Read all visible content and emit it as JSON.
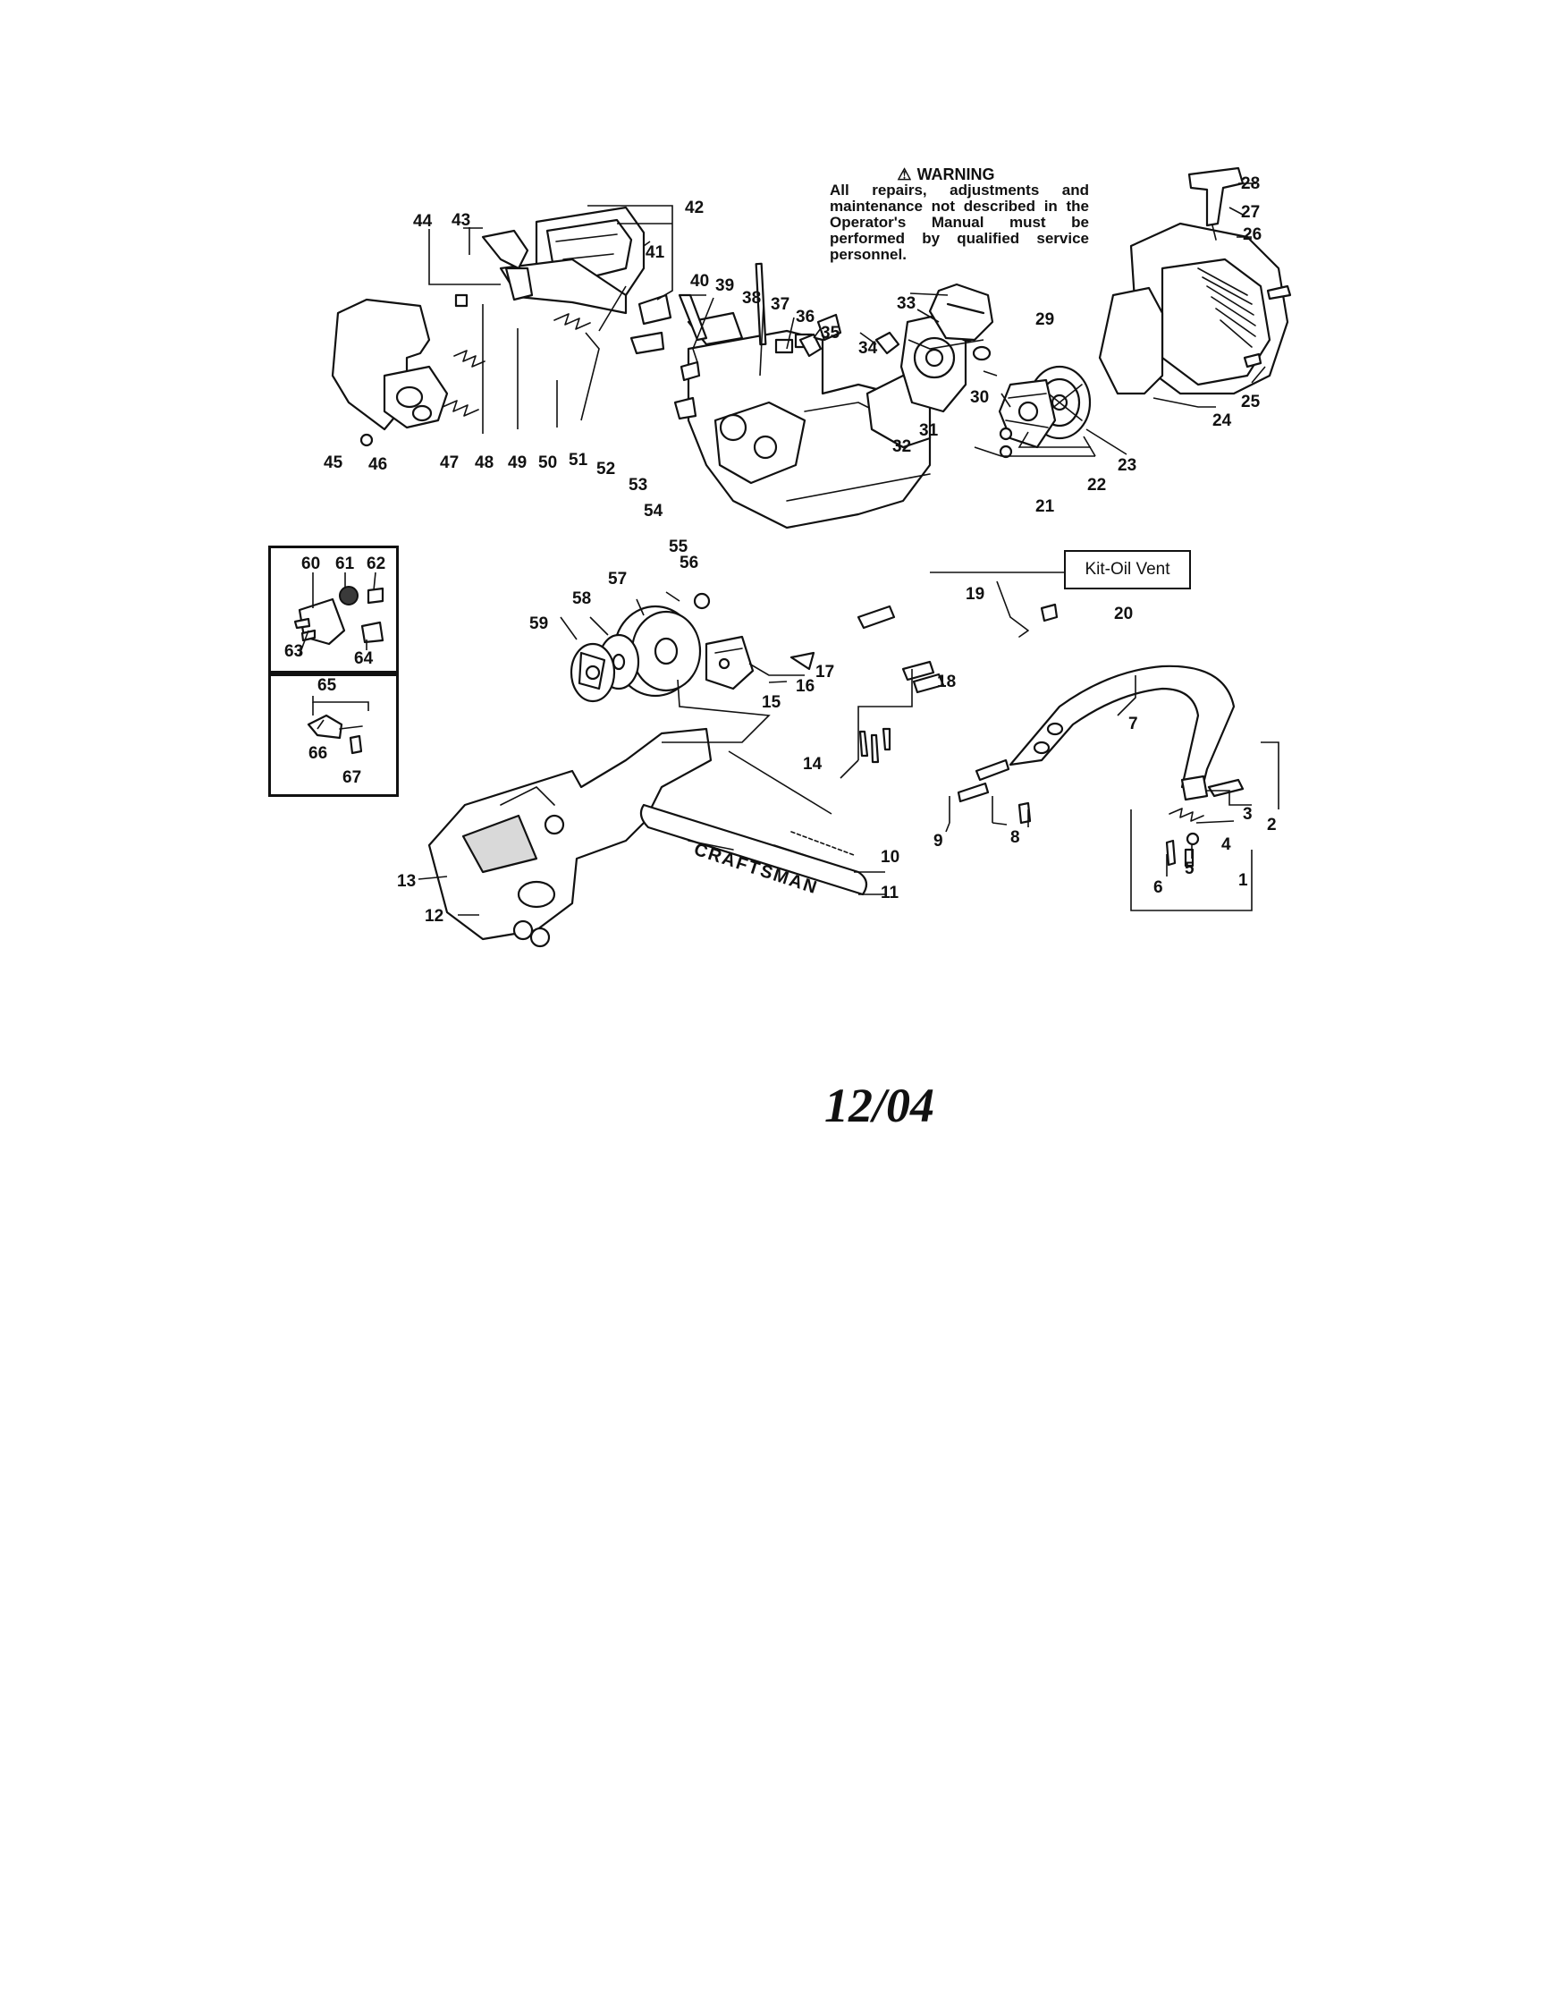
{
  "warning": {
    "icon": "warning-triangle-icon",
    "title": "WARNING",
    "text": "All repairs, adjustments and maintenance not described in the Operator's Manual must be performed by qualified service personnel."
  },
  "kit_label": "Kit-Oil Vent",
  "kit_number": "20",
  "bar_brand": "CRAFTSMAN",
  "date_label": "12/04",
  "callouts": [
    "1",
    "2",
    "3",
    "4",
    "5",
    "6",
    "7",
    "8",
    "9",
    "10",
    "11",
    "12",
    "13",
    "14",
    "15",
    "16",
    "17",
    "18",
    "19",
    "21",
    "22",
    "23",
    "24",
    "25",
    "26",
    "27",
    "28",
    "29",
    "30",
    "31",
    "32",
    "33",
    "34",
    "35",
    "36",
    "37",
    "38",
    "39",
    "40",
    "41",
    "42",
    "43",
    "44",
    "45",
    "46",
    "47",
    "48",
    "49",
    "50",
    "51",
    "52",
    "53",
    "54",
    "55",
    "56",
    "57",
    "58",
    "59",
    "60",
    "61",
    "62",
    "63",
    "64",
    "65",
    "66",
    "67"
  ]
}
